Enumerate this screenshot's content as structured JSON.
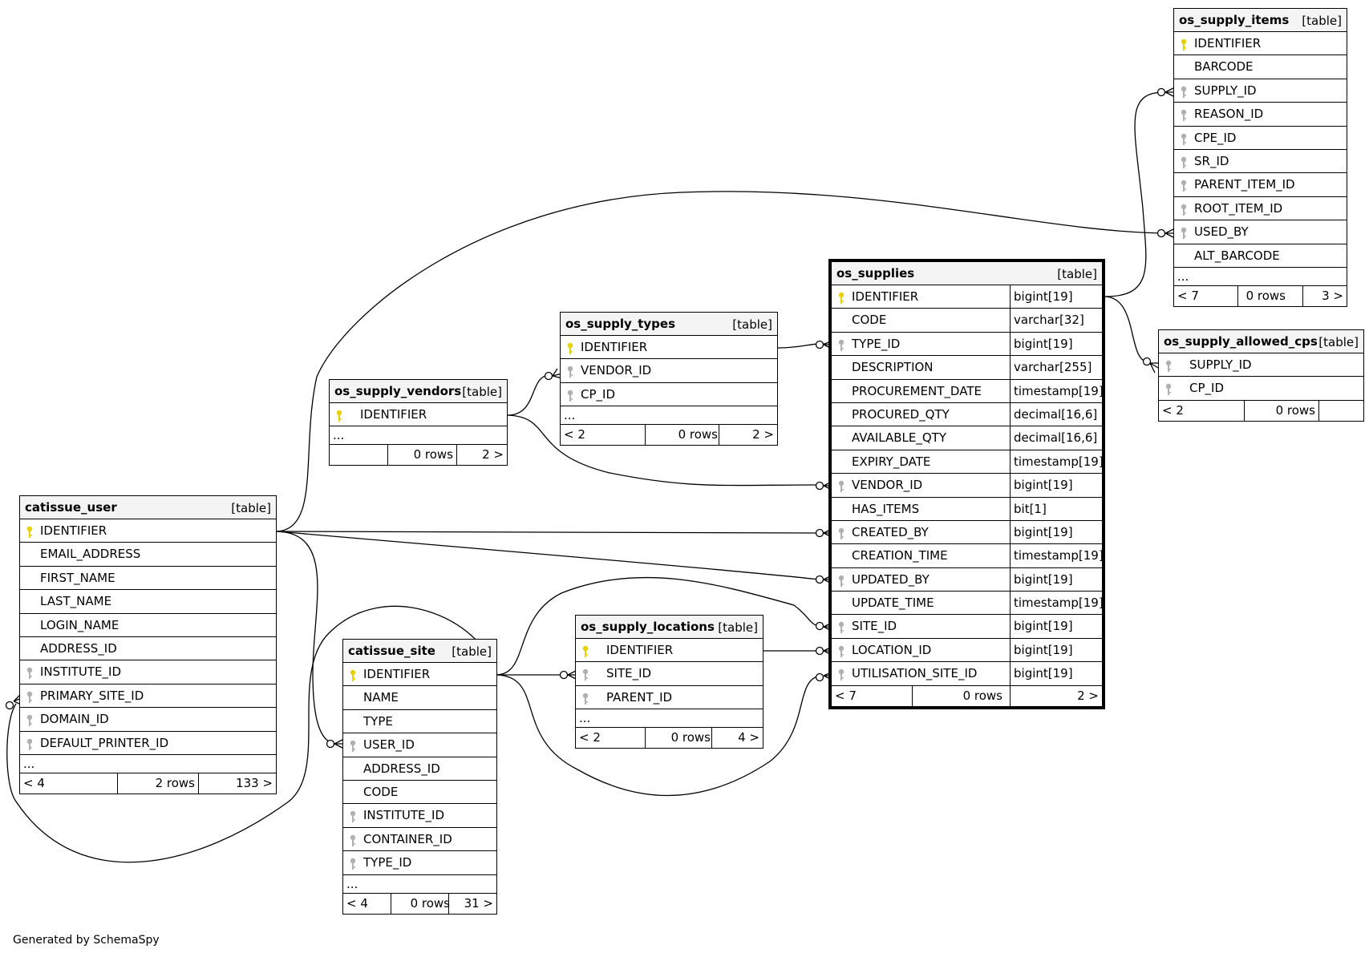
{
  "credit": "Generated by SchemaSpy",
  "tables": {
    "os_supply_items": {
      "name": "os_supply_items",
      "type": "[table]",
      "cols": [
        {
          "name": "IDENTIFIER",
          "key": "pk"
        },
        {
          "name": "BARCODE",
          "key": ""
        },
        {
          "name": "SUPPLY_ID",
          "key": "fk"
        },
        {
          "name": "REASON_ID",
          "key": "fk"
        },
        {
          "name": "CPE_ID",
          "key": "fk"
        },
        {
          "name": "SR_ID",
          "key": "fk"
        },
        {
          "name": "PARENT_ITEM_ID",
          "key": "fk"
        },
        {
          "name": "ROOT_ITEM_ID",
          "key": "fk"
        },
        {
          "name": "USED_BY",
          "key": "fk"
        },
        {
          "name": "ALT_BARCODE",
          "key": ""
        }
      ],
      "more": "...",
      "foot": {
        "left": "< 7",
        "rows": "0 rows",
        "right": "3 >"
      }
    },
    "os_supplies": {
      "name": "os_supplies",
      "type": "[table]",
      "cols": [
        {
          "name": "IDENTIFIER",
          "dtype": "bigint[19]",
          "key": "pk"
        },
        {
          "name": "CODE",
          "dtype": "varchar[32]",
          "key": ""
        },
        {
          "name": "TYPE_ID",
          "dtype": "bigint[19]",
          "key": "fk"
        },
        {
          "name": "DESCRIPTION",
          "dtype": "varchar[255]",
          "key": ""
        },
        {
          "name": "PROCUREMENT_DATE",
          "dtype": "timestamp[19]",
          "key": ""
        },
        {
          "name": "PROCURED_QTY",
          "dtype": "decimal[16,6]",
          "key": ""
        },
        {
          "name": "AVAILABLE_QTY",
          "dtype": "decimal[16,6]",
          "key": ""
        },
        {
          "name": "EXPIRY_DATE",
          "dtype": "timestamp[19]",
          "key": ""
        },
        {
          "name": "VENDOR_ID",
          "dtype": "bigint[19]",
          "key": "fk"
        },
        {
          "name": "HAS_ITEMS",
          "dtype": "bit[1]",
          "key": ""
        },
        {
          "name": "CREATED_BY",
          "dtype": "bigint[19]",
          "key": "fk"
        },
        {
          "name": "CREATION_TIME",
          "dtype": "timestamp[19]",
          "key": ""
        },
        {
          "name": "UPDATED_BY",
          "dtype": "bigint[19]",
          "key": "fk"
        },
        {
          "name": "UPDATE_TIME",
          "dtype": "timestamp[19]",
          "key": ""
        },
        {
          "name": "SITE_ID",
          "dtype": "bigint[19]",
          "key": "fk"
        },
        {
          "name": "LOCATION_ID",
          "dtype": "bigint[19]",
          "key": "fk"
        },
        {
          "name": "UTILISATION_SITE_ID",
          "dtype": "bigint[19]",
          "key": "fk"
        }
      ],
      "more": "",
      "foot": {
        "left": "< 7",
        "rows": "0 rows",
        "right": "2 >"
      }
    },
    "os_supply_types": {
      "name": "os_supply_types",
      "type": "[table]",
      "cols": [
        {
          "name": "IDENTIFIER",
          "key": "pk"
        },
        {
          "name": "VENDOR_ID",
          "key": "fk"
        },
        {
          "name": "CP_ID",
          "key": "fk"
        }
      ],
      "more": "...",
      "foot": {
        "left": "< 2",
        "rows": "0 rows",
        "right": "2 >"
      }
    },
    "os_supply_vendors": {
      "name": "os_supply_vendors",
      "type": "[table]",
      "cols": [
        {
          "name": "IDENTIFIER",
          "key": "pk"
        }
      ],
      "more": "...",
      "foot": {
        "left": "",
        "rows": "0 rows",
        "right": "2 >"
      }
    },
    "os_supply_allowed_cps": {
      "name": "os_supply_allowed_cps",
      "type": "[table]",
      "cols": [
        {
          "name": "SUPPLY_ID",
          "key": "fk"
        },
        {
          "name": "CP_ID",
          "key": "fk"
        }
      ],
      "more": "",
      "foot": {
        "left": "< 2",
        "rows": "0 rows",
        "right": ""
      }
    },
    "catissue_user": {
      "name": "catissue_user",
      "type": "[table]",
      "cols": [
        {
          "name": "IDENTIFIER",
          "key": "pk"
        },
        {
          "name": "EMAIL_ADDRESS",
          "key": ""
        },
        {
          "name": "FIRST_NAME",
          "key": ""
        },
        {
          "name": "LAST_NAME",
          "key": ""
        },
        {
          "name": "LOGIN_NAME",
          "key": ""
        },
        {
          "name": "ADDRESS_ID",
          "key": ""
        },
        {
          "name": "INSTITUTE_ID",
          "key": "fk"
        },
        {
          "name": "PRIMARY_SITE_ID",
          "key": "fk"
        },
        {
          "name": "DOMAIN_ID",
          "key": "fk"
        },
        {
          "name": "DEFAULT_PRINTER_ID",
          "key": "fk"
        }
      ],
      "more": "...",
      "foot": {
        "left": "< 4",
        "rows": "2 rows",
        "right": "133 >"
      }
    },
    "catissue_site": {
      "name": "catissue_site",
      "type": "[table]",
      "cols": [
        {
          "name": "IDENTIFIER",
          "key": "pk"
        },
        {
          "name": "NAME",
          "key": ""
        },
        {
          "name": "TYPE",
          "key": ""
        },
        {
          "name": "USER_ID",
          "key": "fk"
        },
        {
          "name": "ADDRESS_ID",
          "key": ""
        },
        {
          "name": "CODE",
          "key": ""
        },
        {
          "name": "INSTITUTE_ID",
          "key": "fk"
        },
        {
          "name": "CONTAINER_ID",
          "key": "fk"
        },
        {
          "name": "TYPE_ID",
          "key": "fk"
        }
      ],
      "more": "...",
      "foot": {
        "left": "< 4",
        "rows": "0 rows",
        "right": "31 >"
      }
    },
    "os_supply_locations": {
      "name": "os_supply_locations",
      "type": "[table]",
      "cols": [
        {
          "name": "IDENTIFIER",
          "key": "pk"
        },
        {
          "name": "SITE_ID",
          "key": "fk"
        },
        {
          "name": "PARENT_ID",
          "key": "fk"
        }
      ],
      "more": "...",
      "foot": {
        "left": "< 2",
        "rows": "0 rows",
        "right": "4 >"
      }
    }
  },
  "colors": {
    "pk_key": "#e8d100",
    "fk_key": "#b0b0b0",
    "header_bg": "#f4f4f4"
  }
}
